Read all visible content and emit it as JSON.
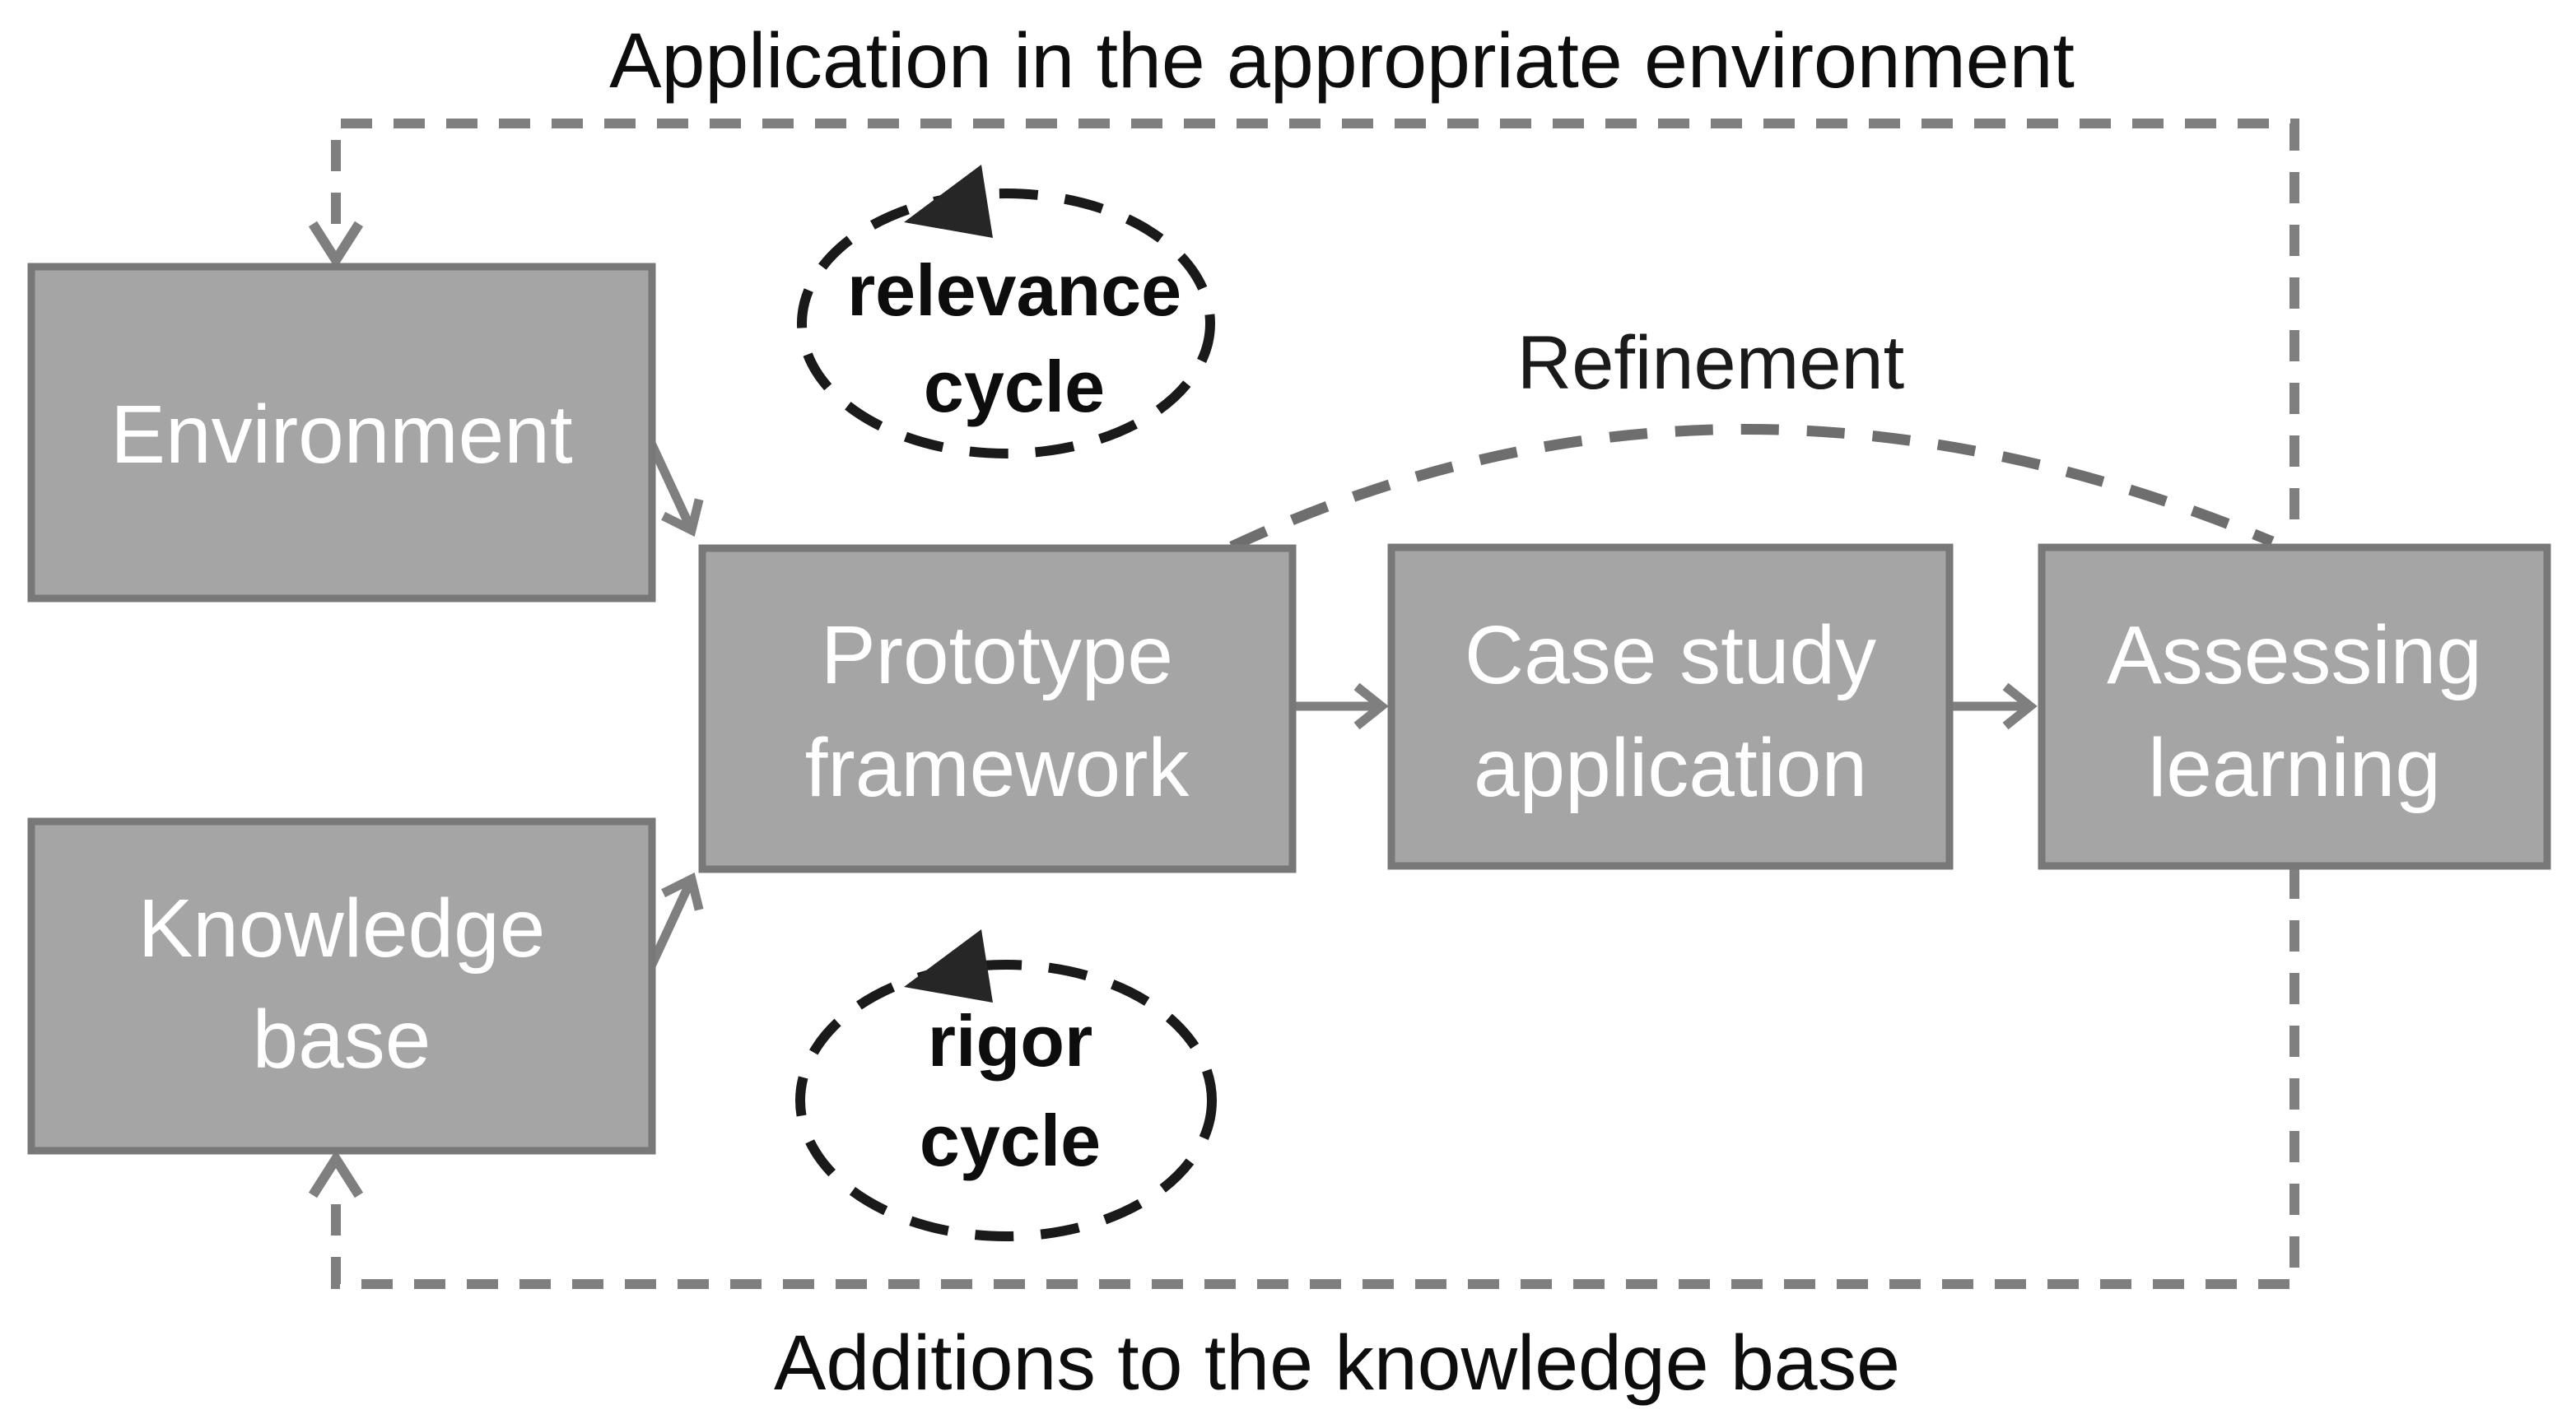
{
  "diagram": {
    "top_label": "Application in the appropriate environment",
    "bottom_label": "Additions to the knowledge base",
    "refinement_label": "Refinement",
    "boxes": {
      "environment": {
        "line1": "Environment"
      },
      "knowledge_base": {
        "line1": "Knowledge",
        "line2": "base"
      },
      "prototype_framework": {
        "line1": "Prototype",
        "line2": "framework"
      },
      "case_study_application": {
        "line1": "Case study",
        "line2": "application"
      },
      "assessing_learning": {
        "line1": "Assessing",
        "line2": "learning"
      }
    },
    "cycles": {
      "relevance": {
        "line1": "relevance",
        "line2": "cycle"
      },
      "rigor": {
        "line1": "rigor",
        "line2": "cycle"
      }
    },
    "colors": {
      "box_fill": "#a5a5a5",
      "box_border": "#787878",
      "box_text": "#ffffff",
      "connector_gray": "#7f7f7f",
      "refinement_dash": "#6e6e6e",
      "cycle_black": "#1a1a1a",
      "label_text": "#0d0d0d",
      "background": "#ffffff"
    }
  }
}
